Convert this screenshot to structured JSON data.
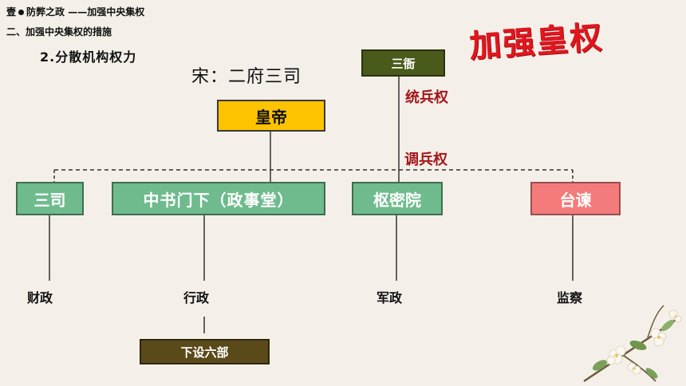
{
  "header": {
    "unit_prefix": "壹",
    "unit_title": "防弊之政 ——加强中央集权",
    "section": "二、加强中央集权的措施",
    "point": "2.分散机构权力"
  },
  "subtitle": "宋：二府三司",
  "slogan": "加强皇权",
  "nodes": {
    "emperor": "皇帝",
    "sanya": "三衙",
    "sansi": "三司",
    "zhongshu": "中书门下（政事堂）",
    "shumiyuan": "枢密院",
    "taijian": "台谏",
    "liubu": "下设六部"
  },
  "powers": {
    "command": "统兵权",
    "dispatch": "调兵权"
  },
  "functions": {
    "finance": "财政",
    "administration": "行政",
    "military": "军政",
    "supervision": "监察"
  },
  "colors": {
    "emperor": "#fdc300",
    "green_box": "#6fbb8e",
    "taijian": "#f47b7b",
    "dark_box": "#4a5a1a",
    "slogan": "#e0161e",
    "power_text": "#a4161a"
  }
}
